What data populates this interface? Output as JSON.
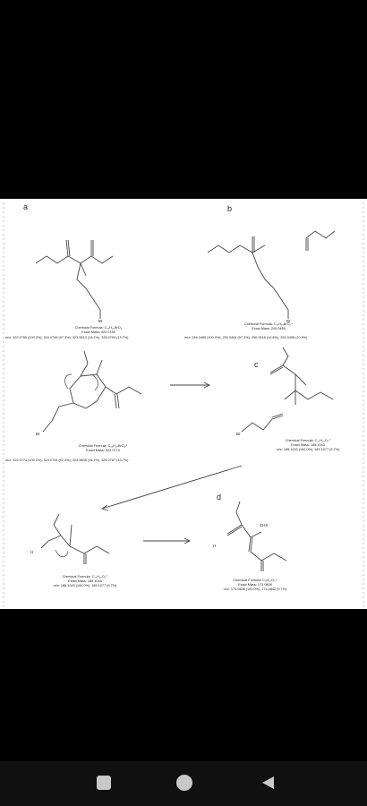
{
  "panels": {
    "a": {
      "label": "a",
      "atom_br": "Br",
      "formula": "Chemical Formula: C₁₅H₂₅BrO₄",
      "mass": "Exact Mass: 322.0780",
      "mz": "m/z: 322.0780 (100.0%), 324.0759 (97.3%), 323.0813 (14.1%), 325.0793 (13.7%)"
    },
    "b": {
      "label": "b",
      "atom_br": "Br",
      "formula": "Chemical Formula: C₁₁H₁₈BrO₂⁺",
      "mass": "Exact Mass: 249.0485",
      "mz": "m/z: 249.0485 (100.0%), 251.0464 (97.3%), 250.0518 (10.8%), 252.0498 (10.5%)"
    },
    "intermediate": {
      "atom_br": "Br",
      "formula": "Chemical Formula: C₁₄H₂₃BrO₄⁺",
      "mass": "Exact Mass: 322.0774",
      "mz": "m/z: 322.0774 (100.0%), 324.0754 (97.3%), 323.0808 (14.1%), 325.0787 (13.7%)"
    },
    "c": {
      "label": "c",
      "atom_br": "Br",
      "formula": "Chemical Formula: C₁₀H₁₆O₃⁺",
      "mass": "Exact Mass: 188.1043",
      "mz": "m/z: 188.1043 (100.0%), 189.1077 (9.7%)"
    },
    "left_bottom": {
      "atom_h": "H",
      "formula": "Chemical Formula: C₁₀H₁₆O₃⁺",
      "mass": "Exact Mass: 188.1043",
      "mz": "m/z: 188.1043 (100.0%), 189.1077 (9.7%)"
    },
    "d": {
      "label": "d",
      "atom_ch3": "CH3",
      "atom_h": "H",
      "formula": "Chemical Formula: C₉H₁₃O₃⁺",
      "mass": "Exact Mass: 173.0808",
      "mz": "m/z: 173.0808 (100.0%), 174.0842 (9.7%)"
    }
  },
  "nav": {
    "recents_icon": "square-icon",
    "home_icon": "circle-icon",
    "back_icon": "triangle-back-icon",
    "icon_color": "#c8c8c8"
  }
}
